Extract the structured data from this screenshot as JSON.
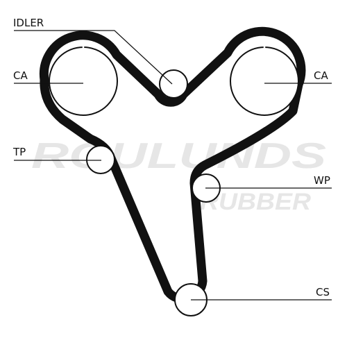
{
  "diagram": {
    "watermark": {
      "line1": "ROULUNDS",
      "line2": "RUBBER"
    },
    "labels": {
      "idler": "IDLER",
      "cam_left": "CA",
      "cam_right": "CA",
      "tensioner": "TP",
      "water_pump": "WP",
      "crankshaft": "CS"
    }
  },
  "colors": {
    "belt": "#111111",
    "line": "#111111",
    "watermark": "#e6e6e6"
  }
}
